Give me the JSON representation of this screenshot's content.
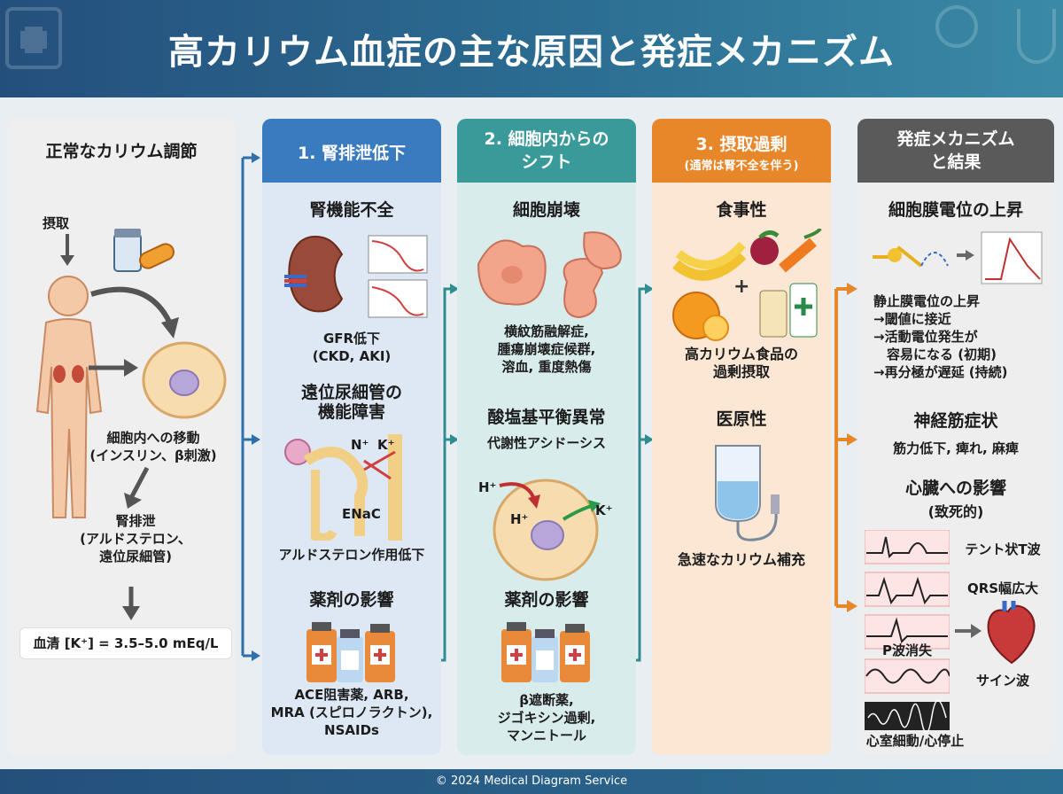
{
  "title": "高カリウム血症の主な原因と発症メカニズム",
  "footer": "© 2024 Medical Diagram Service",
  "normal": {
    "heading": "正常なカリウム調節",
    "intake": "摂取",
    "cell_shift": "細胞内への移動\n(インスリン、β刺激)",
    "renal": "腎排泄\n(アルドステロン、\n遠位尿細管)",
    "serum": "血清 [K⁺] = 3.5–5.0 mEq/L"
  },
  "col1": {
    "header": "1. 腎排泄低下",
    "s1_title": "腎機能不全",
    "s1_text": "GFR低下\n(CKD, AKI)",
    "s2_title": "遠位尿細管の\n機能障害",
    "s2_na": "N⁺",
    "s2_k": "K⁺",
    "s2_enac": "ENaC",
    "s2_text": "アルドステロン作用低下",
    "s3_title": "薬剤の影響",
    "s3_text": "ACE阻害薬, ARB,\nMRA (スピロノラクトン),\nNSAIDs"
  },
  "col2": {
    "header": "2. 細胞内からの\nシフト",
    "s1_title": "細胞崩壊",
    "s1_text": "横紋筋融解症,\n腫瘍崩壊症候群,\n溶血, 重度熱傷",
    "s2_title": "酸塩基平衡異常",
    "s2_sub": "代謝性アシドーシス",
    "s2_h1": "H⁺",
    "s2_h2": "H⁺",
    "s2_k": "K⁺",
    "s3_title": "薬剤の影響",
    "s3_text": "β遮断薬,\nジゴキシン過剰,\nマンニトール"
  },
  "col3": {
    "header": "3. 摂取過剰",
    "header_sub": "(通常は腎不全を伴う)",
    "s1_title": "食事性",
    "s1_text": "高カリウム食品の\n過剰摂取",
    "s2_title": "医原性",
    "s2_text": "急速なカリウム補充"
  },
  "col4": {
    "header": "発症メカニズム\nと結果",
    "s1_title": "細胞膜電位の上昇",
    "s1_text": "静止膜電位の上昇\n→閾値に接近\n→活動電位発生が\n　容易になる (初期)\n→再分極が遅延 (持続)",
    "s2_title": "神経筋症状",
    "s2_text": "筋力低下, 痺れ, 麻痺",
    "s3_title": "心臓への影響",
    "s3_sub": "(致死的)",
    "ecg1": "テント状T波",
    "ecg2": "QRS幅広大",
    "ecg3": "P波消失",
    "ecg4": "サイン波",
    "ecg5": "心室細動/心停止"
  },
  "colors": {
    "col1": "#3a7bbf",
    "col2": "#3a9a9a",
    "col3": "#e8862a",
    "col4": "#5a5a5a"
  }
}
